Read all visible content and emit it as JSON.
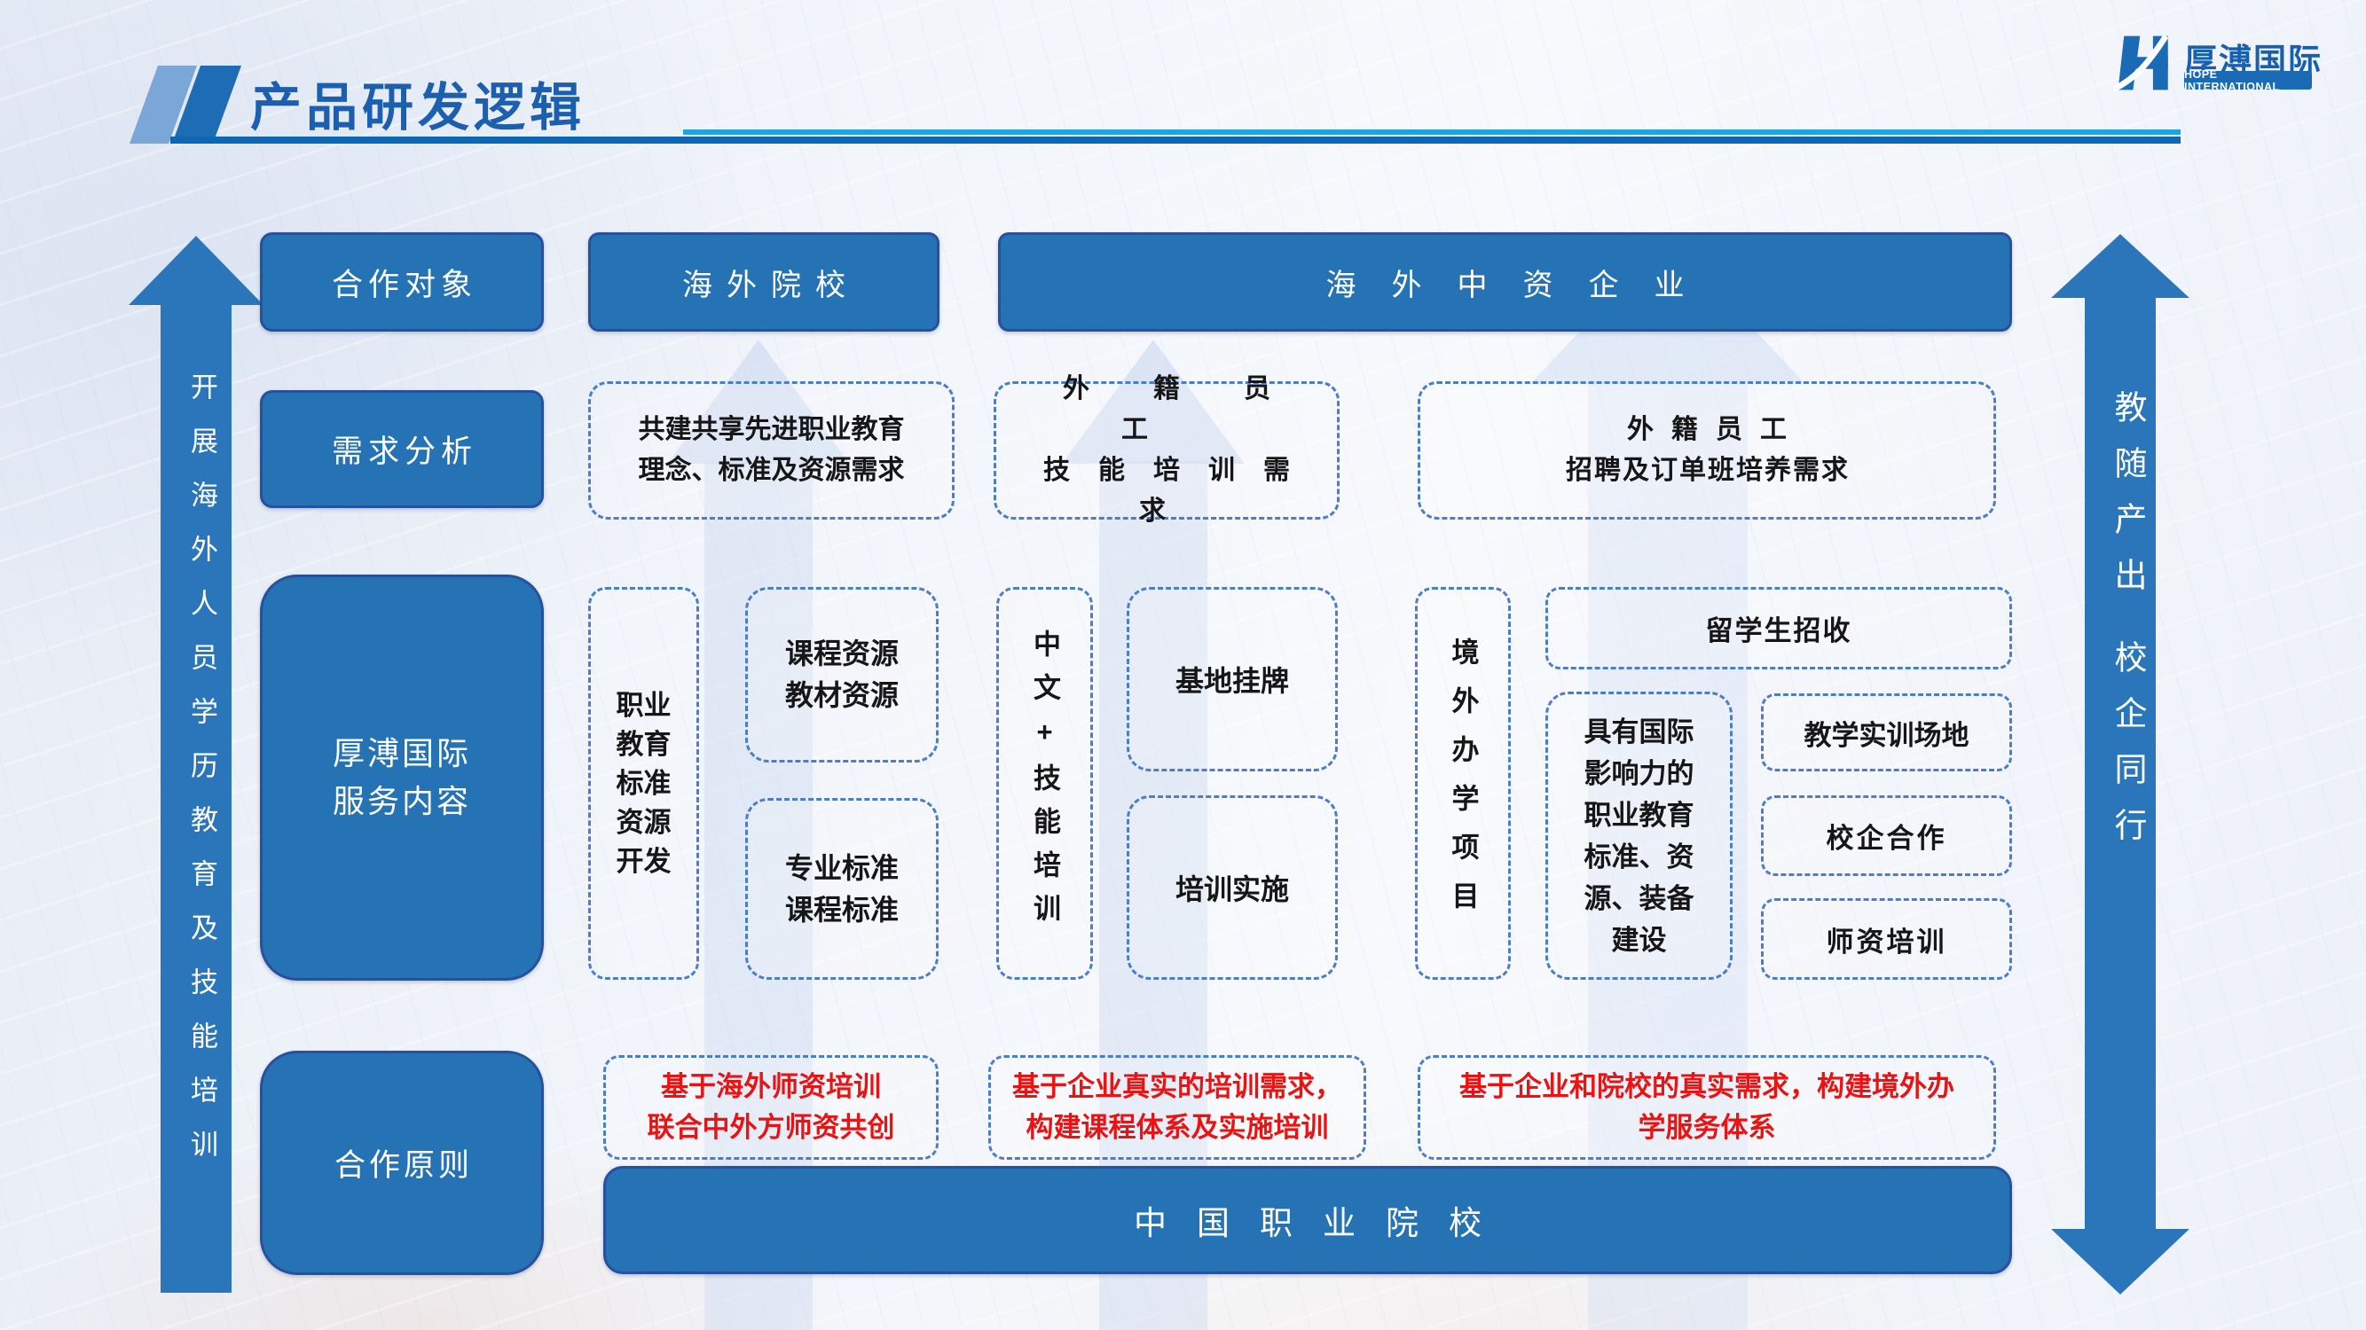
{
  "slide": {
    "title": "产品研发逻辑",
    "logo": {
      "zh": "厚溥国际",
      "en": "HOPE INTERNATIONAL"
    },
    "side_arrows": {
      "left": "开展海外人员学历教育及技能培训",
      "right_top": "教随产出",
      "right_bottom": "校企同行"
    },
    "row_headers": {
      "partners": "合作对象",
      "demand": "需求分析",
      "services": "厚溥国际\n服务内容",
      "principles": "合作原则"
    },
    "partners": {
      "overseas_school": "海外院校",
      "overseas_enterprise": "海外中资企业"
    },
    "demand": {
      "school_demand": "共建共享先进职业教育\n理念、标准及资源需求",
      "enterprise_training_line1": "外籍员工",
      "enterprise_training_line2": "技能培训需求",
      "enterprise_recruit_line1": "外籍员工",
      "enterprise_recruit_line2": "招聘及订单班培养需求"
    },
    "services": {
      "standard_dev": "职业\n教育\n标准\n资源\n开发",
      "course_res": "课程资源\n教材资源",
      "major_std": "专业标准\n课程标准",
      "chinese_skill": "中文+技能培训",
      "base_listing": "基地挂牌",
      "training_impl": "培训实施",
      "overseas_program": "境外办学项目",
      "student_recruit": "留学生招收",
      "intl_standard": "具有国际\n影响力的\n职业教育\n标准、资\n源、装备\n建设",
      "training_field": "教学实训场地",
      "school_enterprise": "校企合作",
      "teacher_training": "师资培训"
    },
    "principles": {
      "p1": "基于海外师资培训\n联合中外方师资共创",
      "p2": "基于企业真实的培训需求，\n构建课程体系及实施培训",
      "p3": "基于企业和院校的真实需求，构建境外办\n学服务体系"
    },
    "bottom": "中国职业院校",
    "colors": {
      "primary": "#2572b5",
      "primary_border": "#27509f",
      "dashed_border": "#4a7dcb",
      "accent_light": "#19a7e3",
      "accent_dark": "#0c68b4",
      "title_blue": "#1c5fae",
      "principle_red": "#e91313"
    }
  }
}
